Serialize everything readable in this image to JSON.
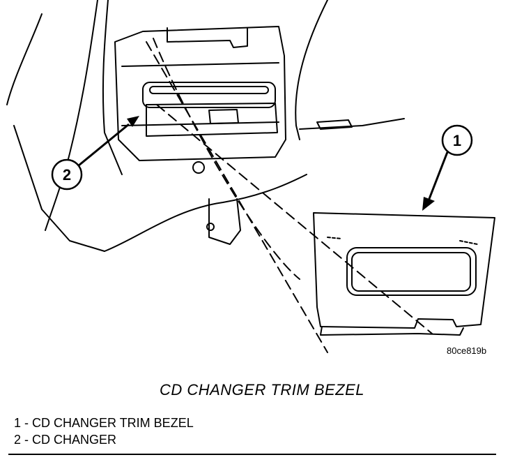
{
  "diagram": {
    "callouts": [
      {
        "number": "1"
      },
      {
        "number": "2"
      }
    ],
    "reference_code": "80ce819b"
  },
  "title": "CD CHANGER TRIM BEZEL",
  "legend": [
    {
      "text": "1 - CD CHANGER TRIM BEZEL"
    },
    {
      "text": "2 - CD CHANGER"
    }
  ]
}
